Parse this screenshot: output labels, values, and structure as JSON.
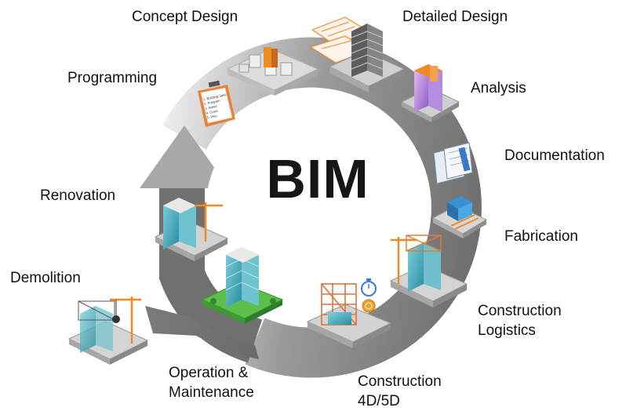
{
  "center_title": "BIM",
  "stages": {
    "concept_design": "Concept Design",
    "detailed_design": "Detailed Design",
    "programming": "Programming",
    "analysis": "Analysis",
    "documentation": "Documentation",
    "fabrication": "Fabrication",
    "renovation": "Renovation",
    "construction_logistics_line1": "Construction",
    "construction_logistics_line2": "Logistics",
    "demolition": "Demolition",
    "operation_line1": "Operation &",
    "operation_line2": "Maintenance",
    "construction_4d_line1": "Construction",
    "construction_4d_line2": "4D/5D"
  },
  "document_lines": [
    "1. Building Spec",
    "2. Program",
    "3. Areas",
    "4. Costs",
    "5. Plan"
  ],
  "colors": {
    "ring_dark": "#6f6f6f",
    "ring_light": "#e6e6e6",
    "text": "#111111",
    "accent_orange": "#f08a24",
    "glass_teal": "#3fa5b5",
    "purple": "#a07ad4",
    "grass": "#4caf50"
  }
}
